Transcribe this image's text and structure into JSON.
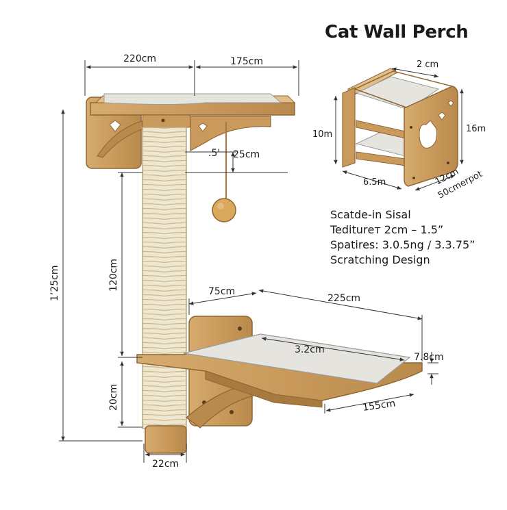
{
  "title": "Cat Wall Perch",
  "notes": [
    "Scatde-in Sisal",
    "Tediturет 2cm – 1.5”",
    "Spatires: 3.0.5ng / 3.3.75”",
    "Scratching Design"
  ],
  "dimensions": {
    "top_left_width": "220cm",
    "top_right_width": "175cm",
    "rope_length": ".5'",
    "rope_drop": "25cm",
    "total_height": "1’25cm",
    "post_height": "120cm",
    "lower_height": "20cm",
    "post_base": "22cm",
    "lower_offset": "75cm",
    "lower_length": "225cm",
    "cushion_width": "3.2cm",
    "thickness": "7.8cm",
    "lower_depth": "155cm"
  },
  "inset_dimensions": {
    "top": "2 cm",
    "left": "10m",
    "right": "16m",
    "bottom_left": "6.5m",
    "bottom_right_1": "12cm",
    "bottom_right_2": "50cmerpot"
  },
  "colors": {
    "wood": "#c99a5c",
    "wood_dark": "#a87a40",
    "wood_light": "#e2be88",
    "cushion": "#e6e4df",
    "sisal": "#efe6cf",
    "line": "#333333"
  }
}
